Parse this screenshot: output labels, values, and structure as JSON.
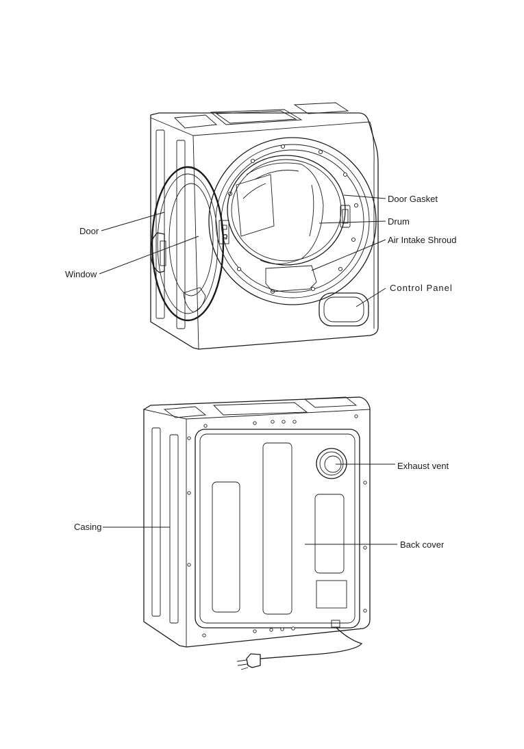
{
  "front_view": {
    "labels": {
      "door_gasket": "Door Gasket",
      "drum": "Drum",
      "air_intake_shroud": "Air Intake Shroud",
      "control_panel": "Control Panel",
      "door": "Door",
      "window": "Window"
    }
  },
  "back_view": {
    "labels": {
      "exhaust_vent": "Exhaust vent",
      "back_cover": "Back cover",
      "casing": "Casing"
    }
  },
  "colors": {
    "line": "#1a1a1a",
    "background": "#ffffff"
  }
}
